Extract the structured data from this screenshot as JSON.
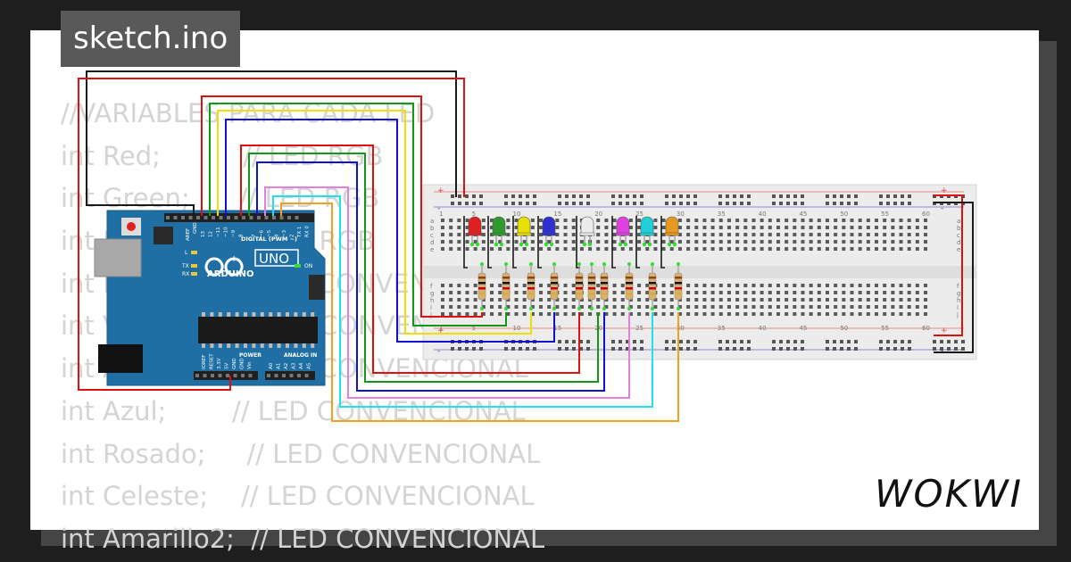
{
  "title": "sketch.ino",
  "code_lines": [
    "//VARIABLES PARA CADA LED",
    "int Red;          // LED RGB",
    "int Green;      // LED RGB",
    "int Blue;        // LED RGB",
    "int Rojo;        // LED CONVENCIONAL",
    "int Verde;      // LED CONVENCIONAL",
    "int Amarillo;  // LED CONVENCIONAL",
    "int Azul;        // LED CONVENCIONAL",
    "int Rosado;     // LED CONVENCIONAL",
    "int Celeste;    // LED CONVENCIONAL",
    "int Amarillo2;  // LED CONVENCIONAL"
  ],
  "brand": "WOKWI",
  "arduino": {
    "model": "UNO",
    "brand": "ARDUINO",
    "digital_label": "DIGITAL (PWM ~)",
    "power_label": "POWER",
    "analog_label": "ANALOG IN",
    "on_label": "ON",
    "l_label": "L",
    "tx_label": "TX",
    "rx_label": "RX",
    "aref": "AREF",
    "gnd": "GND",
    "digital_pins": [
      "13",
      "12",
      "~11",
      "~10",
      "~9",
      "8",
      "7",
      "~6",
      "~5",
      "4",
      "~3",
      "2",
      "TX 1",
      "RX 0"
    ],
    "power_pins": [
      "IOREF",
      "RESET",
      "3.3V",
      "5V",
      "GND",
      "GND",
      "Vin"
    ],
    "analog_pins": [
      "A0",
      "A1",
      "A2",
      "A3",
      "A4",
      "A5"
    ]
  },
  "breadboard": {
    "row_letters_top": [
      "a",
      "b",
      "c",
      "d",
      "e"
    ],
    "row_letters_bottom": [
      "f",
      "g",
      "h",
      "i",
      "j"
    ],
    "column_numbers": [
      "1",
      "5",
      "10",
      "15",
      "20",
      "25",
      "30",
      "35",
      "40",
      "45",
      "50",
      "55",
      "60"
    ],
    "plus": "+",
    "minus": "-"
  },
  "leds": [
    {
      "name": "red",
      "color": "#e02020"
    },
    {
      "name": "green",
      "color": "#2e9a2e"
    },
    {
      "name": "yellow",
      "color": "#e8e000"
    },
    {
      "name": "blue",
      "color": "#3030d0"
    },
    {
      "name": "white",
      "color": "#ececec"
    },
    {
      "name": "pink",
      "color": "#e040e0"
    },
    {
      "name": "cyan",
      "color": "#20d0d8"
    },
    {
      "name": "orange",
      "color": "#e89a20"
    }
  ],
  "wire_colors": {
    "black": "#1a1a1a",
    "red": "#e01010",
    "green": "#119911",
    "yellow": "#f0e000",
    "blue": "#1010d0",
    "violet": "#e080e0",
    "cyan": "#20e0f0",
    "orange": "#f0a020"
  }
}
